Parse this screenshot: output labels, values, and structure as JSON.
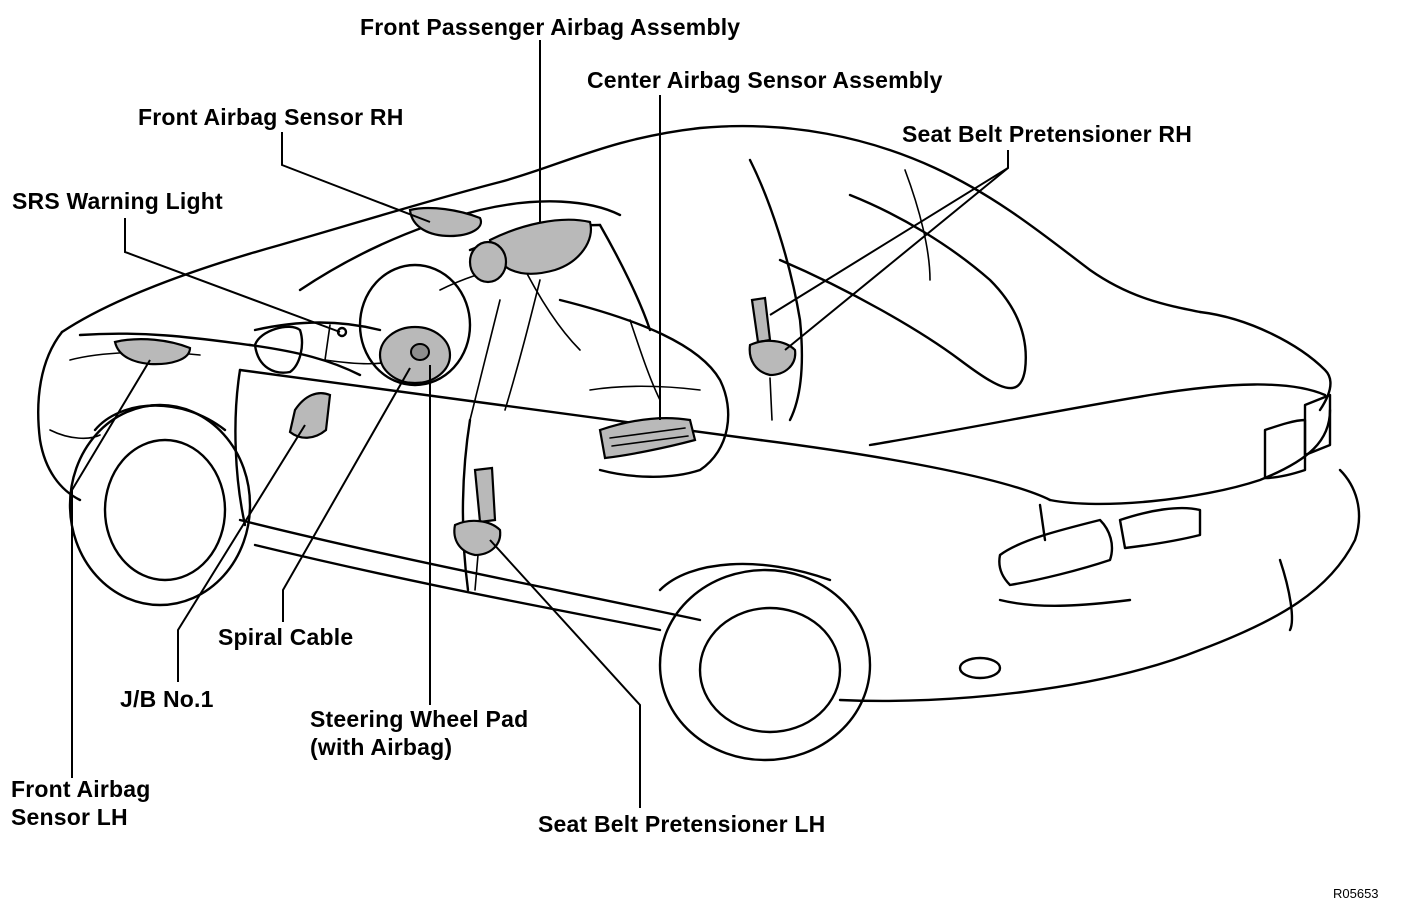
{
  "labels": {
    "front_passenger_airbag": "Front Passenger Airbag Assembly",
    "center_airbag_sensor": "Center Airbag Sensor Assembly",
    "front_airbag_sensor_rh": "Front Airbag Sensor RH",
    "seat_belt_pretensioner_rh": "Seat Belt Pretensioner RH",
    "srs_warning_light": "SRS Warning Light",
    "spiral_cable": "Spiral Cable",
    "jb_no1": "J/B No.1",
    "steering_wheel_pad_line1": "Steering Wheel Pad",
    "steering_wheel_pad_line2": "(with Airbag)",
    "front_airbag_sensor_lh_line1": "Front Airbag",
    "front_airbag_sensor_lh_line2": "Sensor LH",
    "seat_belt_pretensioner_lh": "Seat Belt Pretensioner LH"
  },
  "figure_code": "R05653"
}
